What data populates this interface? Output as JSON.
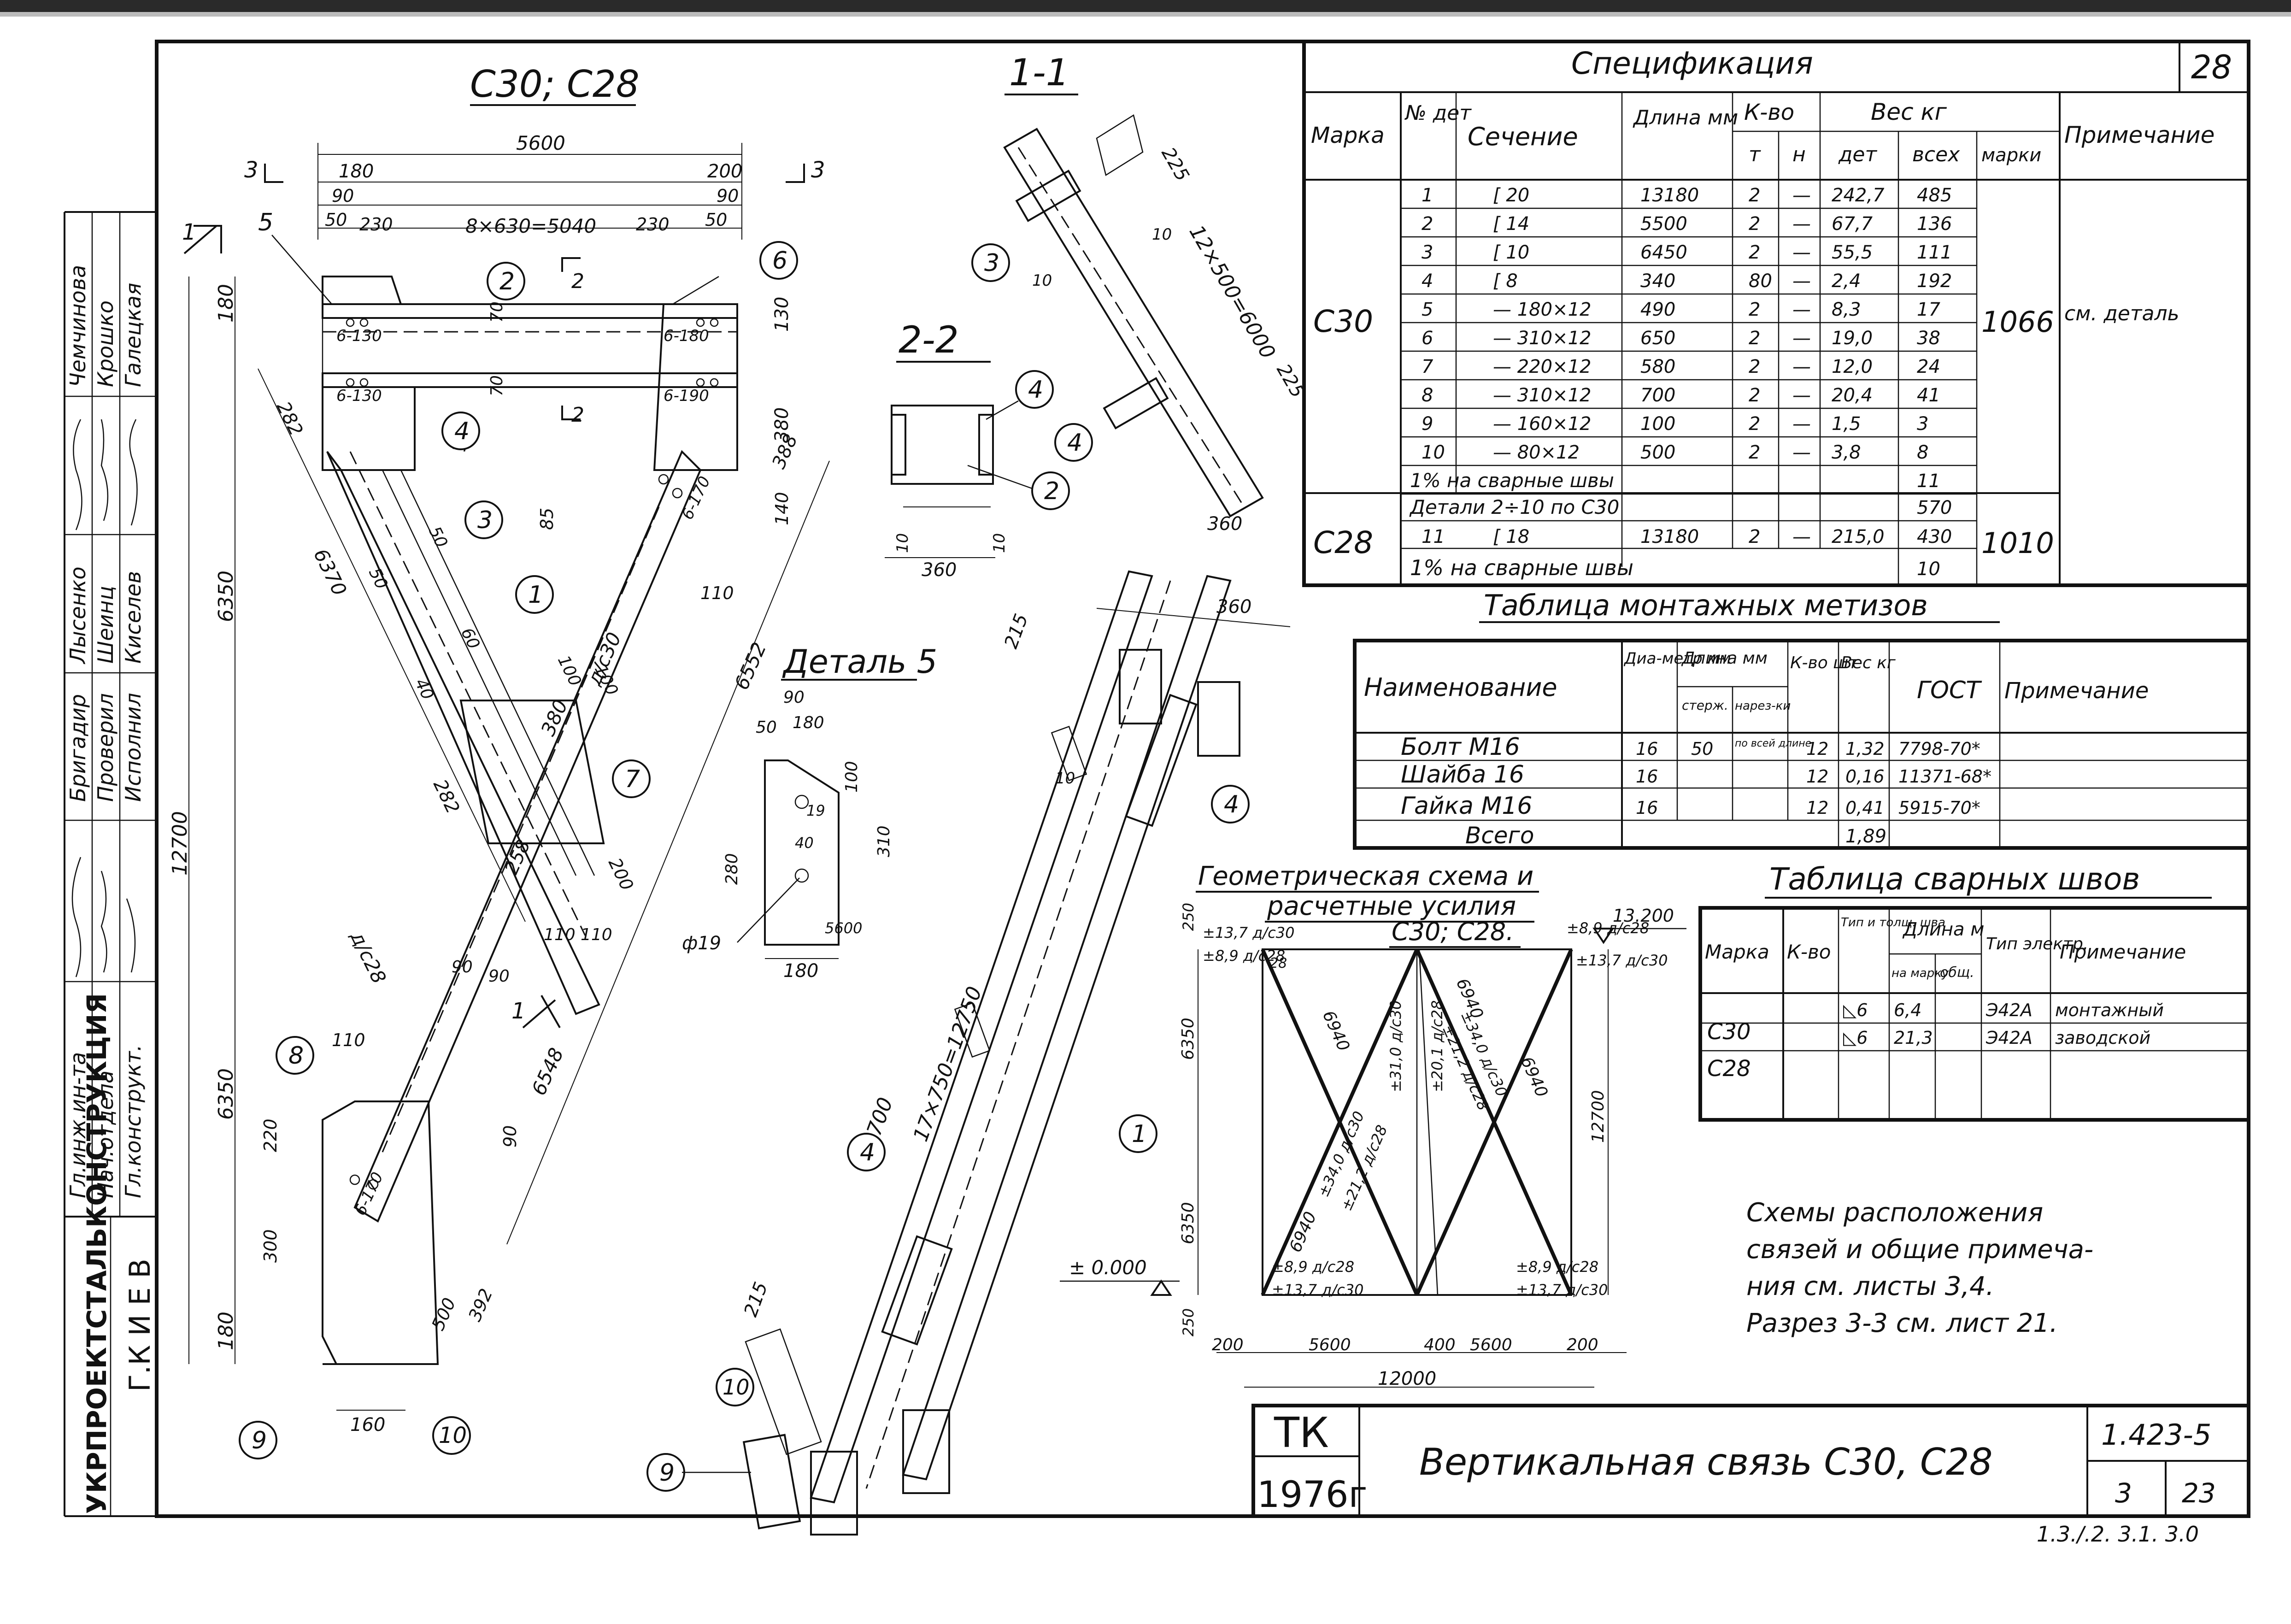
{
  "sheet_number": "28",
  "drawing_code": "1.423-5",
  "sheet": "3",
  "sheets_total": "23",
  "title": "Вертикальная связь С30, С28",
  "stamp": {
    "org": "ТК",
    "year": "1976г"
  },
  "side_block": {
    "organization": "УКРПРОЕКТСТАЛЬКОНСТРУКЦИЯ",
    "city": "Г.К И Е В",
    "roles": [
      "Гл.инж.ин-та",
      "Нач.отдела",
      "Гл.конструкт.",
      "Бригадир",
      "Проверил",
      "Исполнил"
    ],
    "names": [
      "Лысенко",
      "Шеинц",
      "Киселев",
      "Чемчинова",
      "Крошко",
      "Галецкая"
    ]
  },
  "views": {
    "main_title": "С30; С28",
    "section_1": "1-1",
    "section_2": "2-2",
    "detail_5": "Деталь 5",
    "section_3_marks": [
      "3",
      "3"
    ],
    "section_1_marks": [
      "1",
      "1"
    ],
    "section_2_marks": [
      "2",
      "2"
    ]
  },
  "dimensions": {
    "top_total": "5600",
    "top_180": "180",
    "top_200": "200",
    "top_90a": "90",
    "top_90b": "90",
    "top_50a": "50",
    "top_50b": "50",
    "top_230a": "230",
    "top_230b": "230",
    "top_spacing": "8×630=5040",
    "left_6350a": "6350",
    "left_6350b": "6350",
    "left_12700": "12700",
    "left_180a": "180",
    "left_180b": "180",
    "diag_6370": "6370",
    "diag_6548": "6548",
    "diag_6552": "6552",
    "d_220": "220",
    "d_300": "300",
    "d_110": "110",
    "d_160": "160",
    "d_500": "500",
    "d_392": "392",
    "d_388": "388",
    "d_380a": "380",
    "d_380b": "380",
    "d_310": "310",
    "d_70a": "70",
    "d_70b": "70",
    "d_130": "130",
    "d_140": "140",
    "d_110b": "110",
    "d_85": "85",
    "d_50": "50",
    "d_40": "40",
    "d_60": "60",
    "d_100a": "100",
    "d_100b": "100",
    "d_200": "200",
    "d_90": "90",
    "d_282a": "282",
    "d_282b": "282",
    "d_258": "258",
    "bolt_a": "6-170",
    "bolt_b": "6-130",
    "bolt_c": "6-180",
    "bolt_d": "6-190",
    "force_c30": "д/с30",
    "force_c28": "д/с28",
    "s11_225a": "225",
    "s11_225b": "225",
    "s11_span": "12×500=6000",
    "s11_360a": "360",
    "s11_360b": "360",
    "s11_215a": "215",
    "s11_215b": "215",
    "s11_10": "10",
    "s11_span2": "17×750=12750",
    "s11_12700": "12700",
    "s22_360": "360",
    "s22_10a": "10",
    "s22_10b": "10",
    "d5_90": "90",
    "d5_50": "50",
    "d5_180": "180",
    "d5_100": "100",
    "d5_310": "310",
    "d5_280": "280",
    "d5_40": "40",
    "d5_19": "ф19",
    "d5_180b": "180",
    "d5_5600": "5600",
    "d5_9": "19"
  },
  "elevation": {
    "zero": "± 0.000",
    "top": "13.200"
  },
  "geom_scheme": {
    "title_line1": "Геометрическая схема и",
    "title_line2": "расчетные усилия",
    "subtitle": "С30; С28.",
    "labels": {
      "tl1": "±13,7 д/с30",
      "tl2": "±8,9 д/с28",
      "tr1": "±8,9 д/с28",
      "tr2": "±13,7 д/с30",
      "bl1": "±8,9 д/с28",
      "bl2": "±13,7 д/с30",
      "br1": "±8,9 д/с28",
      "br2": "±13,7 д/с30",
      "d1": "6940",
      "d2": "6940",
      "d3": "6940",
      "d4": "6940",
      "f1": "±34,0 д/с30",
      "f2": "±21,2 д/с28",
      "f3": "±34,0 д/с30",
      "f4": "±21,2 д/с28",
      "f5": "±31,0 д/с30",
      "f6": "±20,1 д/с28",
      "h1": "6350",
      "h2": "6350",
      "h3": "12700",
      "w1": "5600",
      "w2": "5600",
      "w3": "12000",
      "b1": "200",
      "b2": "400",
      "b3": "200",
      "v1": "250",
      "v2": "250",
      "c28": "28",
      "c30a": "С30"
    }
  },
  "notes": [
    "Схемы расположения",
    "связей и общие примеча-",
    "ния см. листы 3,4.",
    "Разрез 3-3 см. лист 21."
  ],
  "spec": {
    "title": "Спецификация",
    "headers": {
      "mark": "Марка",
      "det_no": "№ дет",
      "section": "Сечение",
      "length": "Длина мм",
      "qty": "К-во",
      "qty_t": "т",
      "qty_n": "н",
      "weight": "Вес кг",
      "w_det": "дет",
      "w_all": "всех",
      "w_mark": "марки",
      "note": "Примечание"
    },
    "c30": {
      "mark": "С30",
      "mark_weight": "1066",
      "note": "см. деталь",
      "rows": [
        [
          "1",
          "[ 20",
          "13180",
          "2",
          "—",
          "242,7",
          "485"
        ],
        [
          "2",
          "[ 14",
          "5500",
          "2",
          "—",
          "67,7",
          "136"
        ],
        [
          "3",
          "[ 10",
          "6450",
          "2",
          "—",
          "55,5",
          "111"
        ],
        [
          "4",
          "[ 8",
          "340",
          "80",
          "—",
          "2,4",
          "192"
        ],
        [
          "5",
          "— 180×12",
          "490",
          "2",
          "—",
          "8,3",
          "17"
        ],
        [
          "6",
          "— 310×12",
          "650",
          "2",
          "—",
          "19,0",
          "38"
        ],
        [
          "7",
          "— 220×12",
          "580",
          "2",
          "—",
          "12,0",
          "24"
        ],
        [
          "8",
          "— 310×12",
          "700",
          "2",
          "—",
          "20,4",
          "41"
        ],
        [
          "9",
          "— 160×12",
          "100",
          "2",
          "—",
          "1,5",
          "3"
        ],
        [
          "10",
          "— 80×12",
          "500",
          "2",
          "—",
          "3,8",
          "8"
        ]
      ],
      "welds": "1% на сварные швы",
      "welds_val": "11"
    },
    "c28": {
      "mark": "С28",
      "mark_weight": "1010",
      "details": "Детали 2÷10 по С30",
      "details_val": "570",
      "row": [
        "11",
        "[ 18",
        "13180",
        "2",
        "—",
        "215,0",
        "430"
      ],
      "welds": "1% на сварные швы",
      "welds_val": "10"
    }
  },
  "hardware": {
    "title": "Таблица монтажных метизов",
    "headers": {
      "name": "Наименование",
      "diam": "Диа-метр мм",
      "length": "Длина мм",
      "rod": "стерж.",
      "thread": "нарез-ки",
      "qty": "К-во шт",
      "weight": "Вес кг",
      "gost": "ГОСТ",
      "note": "Примечание"
    },
    "rows": [
      [
        "Болт М16",
        "16",
        "50",
        "по всей длине",
        "12",
        "1,32",
        "7798-70*"
      ],
      [
        "Шайба 16",
        "16",
        "",
        "",
        "12",
        "0,16",
        "11371-68*"
      ],
      [
        "Гайка М16",
        "16",
        "",
        "",
        "12",
        "0,41",
        "5915-70*"
      ]
    ],
    "total_label": "Всего",
    "total": "1,89"
  },
  "welds": {
    "title": "Таблица сварных швов",
    "headers": {
      "mark": "Марка",
      "qty": "К-во",
      "type": "Тип и толщ. шва",
      "length": "Длина м",
      "per_mark": "на марку",
      "total": "общ.",
      "electrode": "Тип электр.",
      "note": "Примечание"
    },
    "marks": [
      "С30",
      "С28"
    ],
    "rows": [
      [
        "◺6",
        "6,4",
        "Э42А",
        "монтажный"
      ],
      [
        "◺6",
        "21,3",
        "Э42А",
        "заводской"
      ]
    ]
  },
  "callouts": [
    "1",
    "2",
    "3",
    "4",
    "5",
    "6",
    "7",
    "8",
    "9",
    "10"
  ],
  "footer_scribble": "1.3./.2. 3.1. 3.0"
}
